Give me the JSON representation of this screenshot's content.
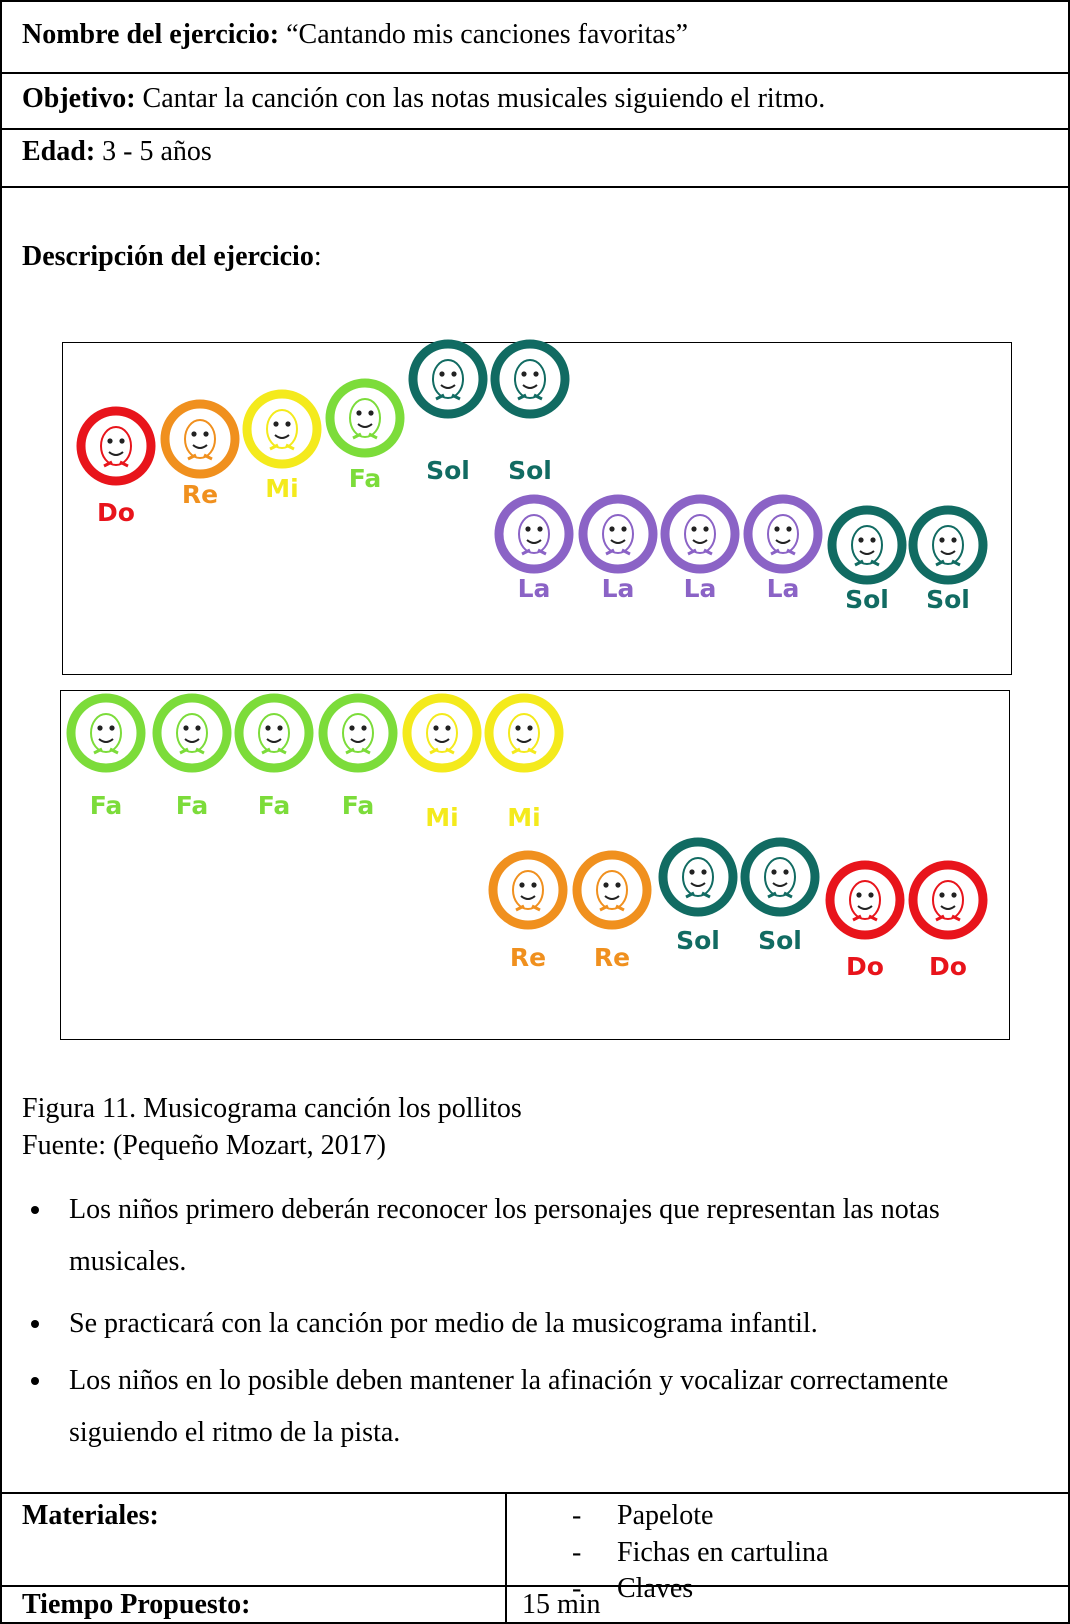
{
  "fields": {
    "name_label": "Nombre del ejercicio:",
    "name_value": "“Cantando mis canciones favoritas”",
    "objective_label": "Objetivo:",
    "objective_value": "Cantar la canción con las notas musicales siguiendo el ritmo.",
    "age_label": "Edad:",
    "age_value": "3 - 5 años",
    "description_label": "Descripción del ejercicio",
    "description_colon": ":"
  },
  "musicogram": {
    "colors": {
      "Do": "#e8141b",
      "Re": "#f0901e",
      "Mi": "#f4ea1c",
      "Fa": "#7cdc3a",
      "Sol": "#116b62",
      "La": "#8b63c6"
    },
    "panel1_upper": [
      "Do",
      "Re",
      "Mi",
      "Fa",
      "Sol",
      "Sol"
    ],
    "panel1_lower": [
      "La",
      "La",
      "La",
      "La",
      "Sol",
      "Sol"
    ],
    "panel2_upper": [
      "Fa",
      "Fa",
      "Fa",
      "Fa",
      "Mi",
      "Mi"
    ],
    "panel2_lower": [
      "Re",
      "Re",
      "Sol",
      "Sol",
      "Do",
      "Do"
    ]
  },
  "caption": {
    "figure": "Figura 11.  Musicograma canción los pollitos",
    "source": "Fuente: (Pequeño Mozart, 2017)"
  },
  "bullets": [
    {
      "line1": "Los niños primero deberán reconocer los personajes que representan las notas",
      "line2": "musicales."
    },
    {
      "line1": "Se practicará con la canción por medio de la musicograma infantil."
    },
    {
      "line1": "Los niños en lo posible deben mantener la afinación y vocalizar correctamente",
      "line2": "siguiendo el ritmo de la pista."
    }
  ],
  "materials": {
    "label": "Materiales:",
    "items": [
      "Papelote",
      "Fichas en cartulina",
      "Claves"
    ],
    "dash": "-"
  },
  "time": {
    "label": "Tiempo Propuesto:",
    "value": "15 min"
  }
}
